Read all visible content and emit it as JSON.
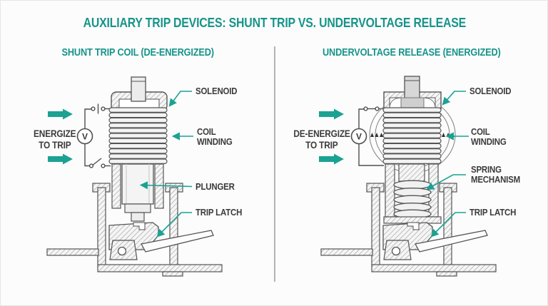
{
  "title": "AUXILIARY TRIP DEVICES: SHUNT TRIP VS. UNDERVOLTAGE RELEASE",
  "colors": {
    "accent_teal_text": "#16948a",
    "accent_teal_arrows": "#1ba293",
    "label_ink": "#3b3b3b",
    "line_art": "#4f4f4f",
    "divider": "#b3b3b3"
  },
  "icons": {
    "flow_arrow": "right-arrow",
    "voltmeter": "circled-V",
    "open_switch": "open-contact-symbol",
    "closed_switch": "closed-contact-symbol"
  },
  "left": {
    "subtitle": "SHUNT TRIP COIL (DE-ENERGIZED)",
    "action_line1": "ENERGIZE",
    "action_line2": "TO TRIP",
    "meter": "V",
    "labels": {
      "solenoid": "SOLENOID",
      "coil1": "COIL",
      "coil2": "WINDING",
      "plunger": "PLUNGER",
      "trip_latch": "TRIP LATCH"
    }
  },
  "right": {
    "subtitle": "UNDERVOLTAGE RELEASE (ENERGIZED)",
    "action_line1": "DE-ENERGIZE",
    "action_line2": "TO TRIP",
    "meter": "V",
    "labels": {
      "solenoid": "SOLENOID",
      "coil1": "COIL",
      "coil2": "WINDING",
      "spring1": "SPRING",
      "spring2": "MECHANISM",
      "trip_latch": "TRIP LATCH"
    }
  }
}
